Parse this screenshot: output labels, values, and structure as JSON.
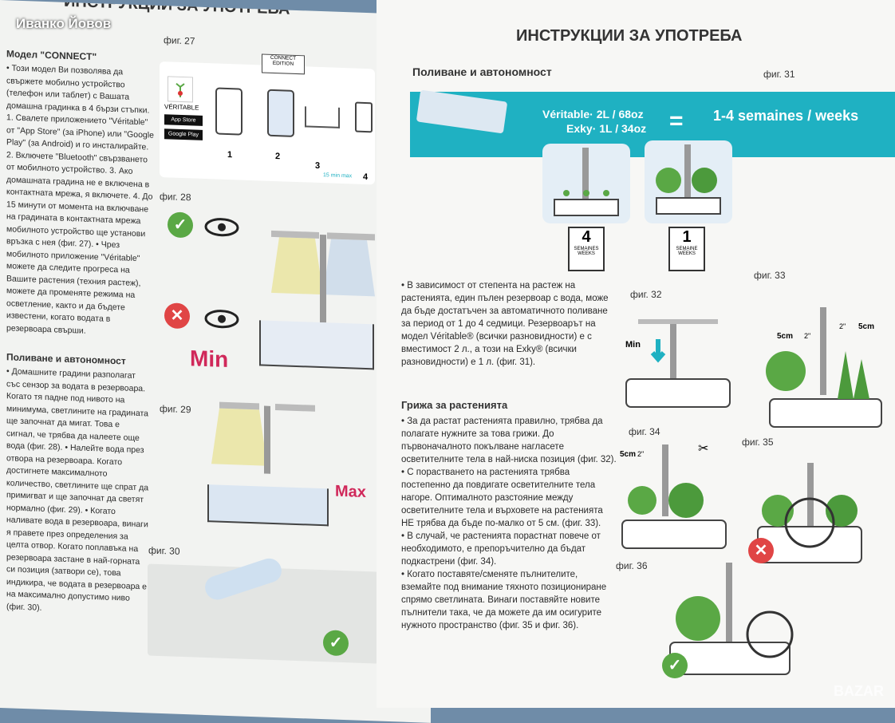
{
  "watermark": "Иванко Йовов",
  "left": {
    "header": "ИНСТРУКЦИИ ЗА УПОТРЕБА",
    "model_title": "Модел \"CONNECT\"",
    "model_text": "• Този модел Ви позволява да свържете мобилно устройство (телефон или таблет) с Вашата домашна градинка в 4 бързи стъпки. 1. Свалете приложението \"Véritable\" от \"App Store\" (за iPhone) или \"Google Play\" (за Android) и го инсталирайте. 2. Включете \"Bluetooth\" свързването от мобилното устройство. 3. Ако домашната градина не е включена в контактната мрежа, я включете. 4. До 15 минути от момента на включване на градината в контактната мрежа мобилното устройство ще установи връзка с нея (фиг. 27). • Чрез мобилното приложение \"Véritable\" можете да следите прогреса на Вашите растения (техния растеж), можете да променяте режима на осветление, както и да бъдете известени, когато водата в резервоара свърши.",
    "water_title": "Поливане и автономност",
    "water_text": "• Домашните градини разполагат със сензор за водата в резервоара. Когато тя падне под нивото на минимума, светлините на градината ще започнат да мигат. Това е сигнал, че трябва да налеете още вода (фиг. 28). • Налейте вода през отвора на резервоара. Когато достигнете максималното количество, светлините ще спрат да примигват и ще започнат да светят нормално (фиг. 29). • Когато наливате вода в резервоара, винаги я правете през определения за целта отвор. Когато поплавъка на резервоара застане в най-горната си позиция (затвори се), това индикира, че водата в резервоара е на максимално допустимо ниво (фиг. 30).",
    "fig27": "фиг. 27",
    "fig28": "фиг. 28",
    "fig29": "фиг. 29",
    "fig30": "фиг. 30",
    "connect_badge": "CONNECT EDITION",
    "brand": "VÉRITABLE",
    "app_store": "App Store",
    "google_play": "Google Play",
    "steps": [
      "1",
      "2",
      "3",
      "4"
    ],
    "timer": "15 min max",
    "min": "Min",
    "max": "Max"
  },
  "right": {
    "header": "ИНСТРУКЦИИ ЗА УПОТРЕБА",
    "water_title": "Поливане и автономност",
    "fig31": "фиг. 31",
    "veritable": "Véritable· 2L / 68oz",
    "exky": "Exky· 1L / 34oz",
    "equals": "=",
    "weeks": "1-4 semaines / weeks",
    "cal1_num": "4",
    "cal1_lbl": "SEMAINES WEEKS",
    "cal2_num": "1",
    "cal2_lbl": "SEMAINE WEEKS",
    "para1": "• В зависимост от степента на растеж на растенията, един пълен резервоар с вода, може да бъде достатъчен за автоматичното поливане за период от 1 до 4 седмици. Резервоарът на модел Véritable® (всички разновидности) е с вместимост 2 л., а този на Exky® (всички разновидности) е 1 л. (фиг. 31).",
    "care_title": "Грижа за растенията",
    "care1": "• За да растат растенията правилно, трябва да полагате нужните за това грижи. До първоначалното покълване нагласете осветителните тела в най-ниска позиция (фиг. 32).",
    "care2": "• С порастването на растенията трябва постепенно да повдигате осветителните тела нагоре. Оптималното разстояние между осветителните тела и върховете на растенията НЕ трябва да бъде по-малко от 5 см. (фиг. 33).",
    "care3": "• В случай, че растенията порастнат повече от необходимото, е препоръчително да бъдат подкастрени (фиг. 34).",
    "care4": "• Когато поставяте/сменяте пълнителите, вземайте под внимание тяхното позициониране спрямо светлината. Винаги поставяйте новите пълнители така, че да можете да им осигурите нужното пространство (фиг. 35 и фиг. 36).",
    "fig32": "фиг. 32",
    "fig33": "фиг. 33",
    "fig34": "фиг. 34",
    "fig35": "фиг. 35",
    "fig36": "фиг. 36",
    "min": "Min",
    "cm5": "5cm",
    "cm5b": "5cm",
    "in2": "2\"",
    "in2b": "2\"",
    "cm5c": "5cm",
    "in2c": "2\""
  },
  "site_mark": "BAZAR"
}
